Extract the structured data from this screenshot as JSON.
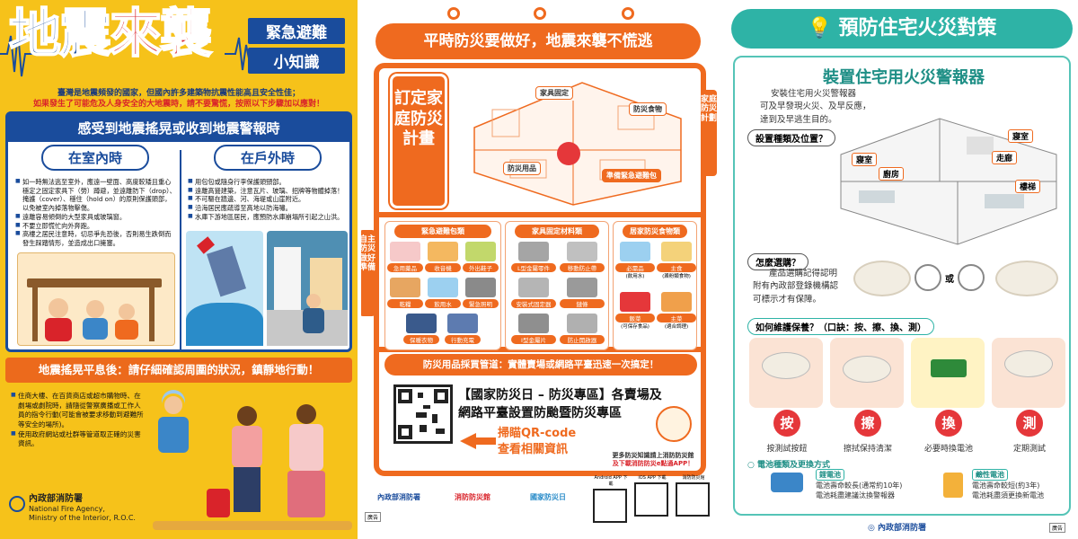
{
  "poster1": {
    "title_a": "地震",
    "title_b": "來襲",
    "subtitle_1": "緊急避難",
    "subtitle_2": "小知識",
    "intro_1": "臺灣是地震頻發的國家，但國內許多建築物抗震性能高且安全性佳；",
    "intro_2": "如果發生了可能危及人身安全的大地震時，請不要驚慌，按照以下步驟加以應對！",
    "section_heading": "感受到地震搖晃或收到地震警報時",
    "indoor_label": "在室內時",
    "outdoor_label": "在戶外時",
    "indoor_items": [
      "如一時無法逃至室外，應遠一壁面、高度較矮且重心穩定之固定家具下（勞）蹲避，並遠離防下（drop）、掩護（cover）、穩住（hold on）的原則保護頭部，以免被室內掉落物擊傷。",
      "遠離容易傾倒的大型家具或玻璃窗。",
      "不要立即慌忙向外奔跑。",
      "高樓之居民注意時，切忌爭先恐後，否則易生跌倒而發生踩踏情形，並造成出口擁塞。"
    ],
    "outdoor_items": [
      "用包包或隨身行李保護頭頸部。",
      "遠離高聳建築，注意瓦片、玻璃、招牌等物體掉落！",
      "不可驅在牆邊、河、海堤或山崖附近。",
      "沿海居民應疏導至高地以防海嘯。",
      "水庫下游地區居民，應預防水庫崩塌所引起之山洪。"
    ],
    "after_heading": "地震搖晃平息後：請仔細確認周圍的狀況，鎮靜地行動！",
    "after_items": [
      "住商大樓、在百貨商店或超市購物時、在劇場或劇院時，請隨從警察廣播或工作人員的指令行動(可能會被要求移動到避難所等安全的場所)。",
      "使用政府網站或社群等管道取正確的災害資訊。"
    ],
    "agency": "內政部消防署",
    "agency_en_1": "National Fire Agency,",
    "agency_en_2": "Ministry of the Interior, R.O.C."
  },
  "poster2": {
    "headline": "平時防災要做好，地震來襲不慌逃",
    "plan_label": "訂定家庭防災計畫",
    "side_right": "家庭防災計劃",
    "side_left": "自主防災做好準備",
    "tags": {
      "fix": "家具固定",
      "food": "防災食物",
      "supplies": "防災用品",
      "bag": "準備緊急避難包"
    },
    "card1_title": "緊急避難包類",
    "card1_items": [
      "急用藥品",
      "收音機",
      "外出鞋子",
      "乾糧",
      "飲用水",
      "緊急照明",
      "保暖衣物",
      "行動充電"
    ],
    "card2_title": "家具固定材料類",
    "card2_items": [
      "L型金屬零件",
      "移動防止帶",
      "安裝式固定器",
      "鏈條",
      "I型金屬片",
      "防止開啟器"
    ],
    "card3_title": "居家防災食物類",
    "card3_items": [
      "必需品",
      "主食",
      "飯菜",
      "主菜"
    ],
    "card3_subs": [
      "(飲用水)",
      "(澱粉類食物)",
      "(可保存食品)",
      "(適合調理)"
    ],
    "bar": "防災用品採買管道：實體賣場或網路平臺迅速一次搞定！",
    "cta_1": "【國家防災日 – 防災專區】各賣場及",
    "cta_2": "網路平臺設置防颱暨防災專區",
    "scan_1": "掃瞄QR-code",
    "scan_2": "查看相關資訊",
    "more_1": "更多防災知識請上消防防災館",
    "more_2": "及下載消防防災e點通APP！",
    "app_labels": [
      "Android APP 下載",
      "iOS APP 下載",
      "消防防災館"
    ],
    "logos": [
      "內政部消防署",
      "消防防災館",
      "國家防災日"
    ],
    "ad": "廣告"
  },
  "poster3": {
    "headline": "預防住宅火災對策",
    "subtitle": "裝置住宅用火災警報器",
    "desc_1": "安裝住宅用火災警報器",
    "desc_2": "可及早發現火災、及早反應，",
    "desc_3": "達到及早逃生目的。",
    "q1": "設置種類及位置？",
    "rooms": [
      "寢室",
      "寢室",
      "廚房",
      "走廊",
      "樓梯"
    ],
    "q2": "怎麼選購？",
    "buy_1": "產品選購記得認明",
    "buy_2": "附有內政部登錄機構認",
    "buy_3": "可標示才有保障。",
    "or_label": "或",
    "q3": "如何維護保養？（口訣：按、擦、換、測）",
    "steps": [
      {
        "glyph": "按",
        "label": "按測試按鈕"
      },
      {
        "glyph": "擦",
        "label": "擦拭保持清潔"
      },
      {
        "glyph": "換",
        "label": "必要時換電池"
      },
      {
        "glyph": "測",
        "label": "定期測試"
      }
    ],
    "battery_title": "電池種類及更換方式",
    "lithium_label": "鋰電池",
    "lithium_1": "電池壽命較長(通常約10年)",
    "lithium_2": "電池耗盡建議汰換警報器",
    "alkaline_label": "鹼性電池",
    "alkaline_1": "電池壽命較短(約3年)",
    "alkaline_2": "電池耗盡須更換新電池",
    "agency": "內政部消防署",
    "ad": "廣告"
  }
}
